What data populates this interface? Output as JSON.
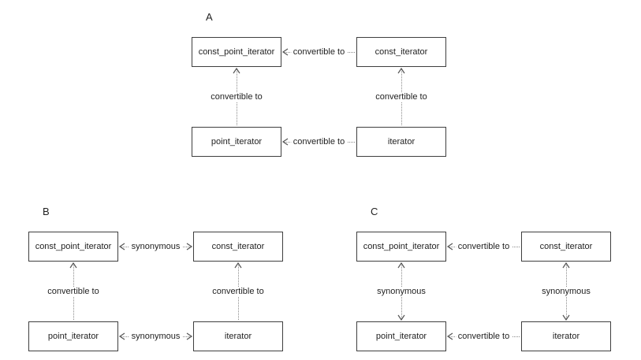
{
  "colors": {
    "background": "#ffffff",
    "box_border": "#3f3f3f",
    "dotted_line": "#8a8a8a",
    "text": "#1f1f1f"
  },
  "panels": [
    {
      "label": "A",
      "boxes": {
        "top_left": "const_point_iterator",
        "top_right": "const_iterator",
        "bottom_left": "point_iterator",
        "bottom_right": "iterator"
      },
      "edges": {
        "top_horizontal": {
          "label": "convertible to",
          "direction": "left"
        },
        "bottom_horizontal": {
          "label": "convertible to",
          "direction": "left"
        },
        "left_vertical": {
          "label": "convertible to",
          "direction": "up"
        },
        "right_vertical": {
          "label": "convertible to",
          "direction": "up"
        }
      }
    },
    {
      "label": "B",
      "boxes": {
        "top_left": "const_point_iterator",
        "top_right": "const_iterator",
        "bottom_left": "point_iterator",
        "bottom_right": "iterator"
      },
      "edges": {
        "top_horizontal": {
          "label": "synonymous",
          "direction": "both"
        },
        "bottom_horizontal": {
          "label": "synonymous",
          "direction": "both"
        },
        "left_vertical": {
          "label": "convertible to",
          "direction": "up"
        },
        "right_vertical": {
          "label": "convertible to",
          "direction": "up"
        }
      }
    },
    {
      "label": "C",
      "boxes": {
        "top_left": "const_point_iterator",
        "top_right": "const_iterator",
        "bottom_left": "point_iterator",
        "bottom_right": "iterator"
      },
      "edges": {
        "top_horizontal": {
          "label": "convertible to",
          "direction": "left"
        },
        "bottom_horizontal": {
          "label": "convertible to",
          "direction": "left"
        },
        "left_vertical": {
          "label": "synonymous",
          "direction": "both"
        },
        "right_vertical": {
          "label": "synonymous",
          "direction": "both"
        }
      }
    }
  ]
}
